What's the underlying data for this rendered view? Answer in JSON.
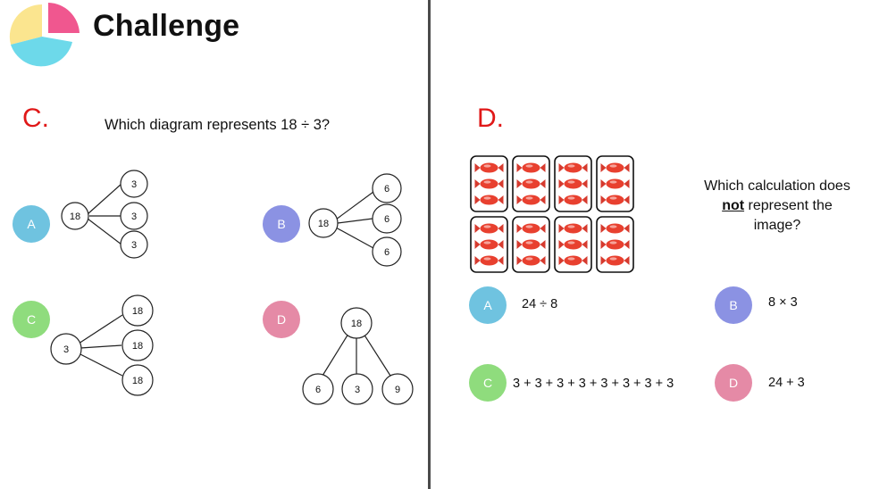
{
  "header": {
    "title": "Challenge"
  },
  "colors": {
    "optionA": "#6fc3e0",
    "optionB": "#8b92e3",
    "optionC": "#8fdc7d",
    "optionD": "#e58aa6",
    "questionLetter": "#e01818",
    "logo": [
      "#f0578f",
      "#6dd9ea",
      "#fbe58f"
    ]
  },
  "left": {
    "question_letter": "C.",
    "question": "Which diagram represents 18 ÷ 3?",
    "options": [
      {
        "letter": "A",
        "center": "18",
        "branches": [
          "3",
          "3",
          "3"
        ]
      },
      {
        "letter": "B",
        "center": "18",
        "branches": [
          "6",
          "6",
          "6"
        ]
      },
      {
        "letter": "C",
        "center": "3",
        "branches": [
          "18",
          "18",
          "18"
        ]
      },
      {
        "letter": "D",
        "center": "18",
        "branches": [
          "6",
          "3",
          "9"
        ]
      }
    ]
  },
  "right": {
    "question_letter": "D.",
    "question_pre": "Which calculation does",
    "question_emph": "not",
    "question_mid": " represent the",
    "question_post": "image?",
    "image": {
      "icon": "sweet-icon",
      "groups": 8,
      "items_per_group": 3
    },
    "options": [
      {
        "letter": "A",
        "text": "24 ÷ 8"
      },
      {
        "letter": "B",
        "text": "8 × 3"
      },
      {
        "letter": "C",
        "text": "3 + 3 + 3 + 3 + 3 + 3 + 3 + 3"
      },
      {
        "letter": "D",
        "text": "24 + 3"
      }
    ]
  }
}
